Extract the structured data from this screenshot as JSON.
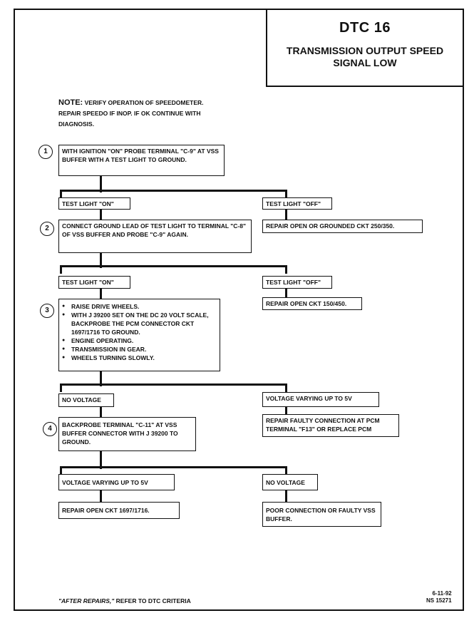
{
  "title": {
    "code": "DTC 16",
    "description": "TRANSMISSION OUTPUT SPEED SIGNAL LOW"
  },
  "note": {
    "lead": "NOTE:",
    "line1": "VERIFY OPERATION OF SPEEDOMETER.",
    "line2": "REPAIR SPEEDO IF INOP. IF OK CONTINUE WITH",
    "line3": "DIAGNOSIS."
  },
  "steps": [
    {
      "number": "1",
      "text": "WITH IGNITION \"ON\" PROBE TERMINAL \"C-9\" AT VSS BUFFER WITH A TEST LIGHT TO GROUND."
    },
    {
      "number": "2",
      "text": "CONNECT GROUND LEAD OF TEST LIGHT TO TERMINAL \"C-8\" OF VSS BUFFER AND PROBE \"C-9\" AGAIN."
    },
    {
      "number": "3",
      "items": [
        "RAISE DRIVE WHEELS.",
        "WITH J 39200 SET ON THE DC 20 VOLT SCALE, BACKPROBE THE PCM CONNECTOR CKT 1697/1716 TO GROUND.",
        "ENGINE OPERATING.",
        "TRANSMISSION IN GEAR.",
        "WHEELS TURNING SLOWLY."
      ]
    },
    {
      "number": "4",
      "text": "BACKPROBE TERMINAL \"C-11\" AT VSS BUFFER CONNECTOR WITH J 39200 TO GROUND."
    }
  ],
  "branches": {
    "b1_left": "TEST LIGHT \"ON\"",
    "b1_right": "TEST LIGHT \"OFF\"",
    "r1_right": "REPAIR OPEN OR GROUNDED CKT 250/350.",
    "b2_left": "TEST LIGHT \"ON\"",
    "b2_right": "TEST LIGHT \"OFF\"",
    "r2_right": "REPAIR OPEN CKT 150/450.",
    "b3_left": "NO VOLTAGE",
    "b3_right": "VOLTAGE VARYING UP TO 5V",
    "r3_right": "REPAIR FAULTY CONNECTION AT PCM TERMINAL \"F13\" OR REPLACE PCM",
    "b4_left": "VOLTAGE VARYING UP TO 5V",
    "r4_left": "REPAIR OPEN CKT 1697/1716.",
    "b4_right": "NO VOLTAGE",
    "r4_right": "POOR CONNECTION OR FAULTY VSS BUFFER."
  },
  "footer": {
    "emphasis": "\"AFTER REPAIRS,\"",
    "text": "REFER TO DTC CRITERIA",
    "date": "6-11-92",
    "ref": "NS 15271"
  }
}
